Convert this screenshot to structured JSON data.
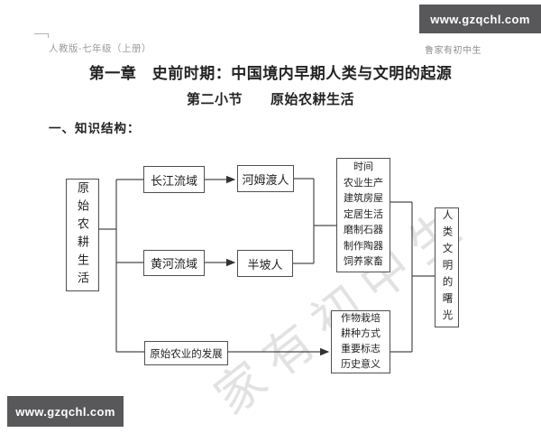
{
  "page": {
    "header": {
      "site_banner": "www.gzqchl.com",
      "edition": "人教版-七年级（上册）",
      "account": "鲁家有初中生"
    },
    "title": "第一章　史前时期：中国境内早期人类与文明的起源",
    "subtitle": "第二小节　　原始农耕生活",
    "section_label": "一、知识结构：",
    "watermark": "家有初中生",
    "footer": {
      "site_banner": "www.gzqchl.com"
    },
    "colors": {
      "banner": "#58585a",
      "text": "#232323",
      "line": "#4a4a4a",
      "muted": "#9b9b9b"
    }
  },
  "diagram": {
    "root": {
      "label": "原始农耕生活"
    },
    "branch_changjiang": {
      "label": "长江流域"
    },
    "node_hemudu": {
      "label": "河姆渡人"
    },
    "branch_huanghe": {
      "label": "黄河流域"
    },
    "node_banpo": {
      "label": "半坡人"
    },
    "features": {
      "lines": [
        "时间",
        "农业生产",
        "建筑房屋",
        "定居生活",
        "磨制石器",
        "制作陶器",
        "饲养家畜"
      ]
    },
    "branch_agriculture": {
      "label": "原始农业的发展"
    },
    "agriculture_points": {
      "lines": [
        "作物栽培",
        "耕种方式",
        "重要标志",
        "历史意义"
      ]
    },
    "outcome": {
      "label": "人类文明的曙光"
    }
  }
}
